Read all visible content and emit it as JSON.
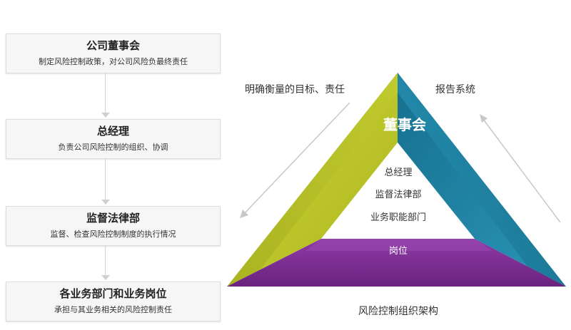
{
  "flow": {
    "boxes": [
      {
        "title": "公司董事会",
        "desc": "制定风险控制政策，对公司风险负最终责任"
      },
      {
        "title": "总经理",
        "desc": "负责公司风险控制的组织、协调"
      },
      {
        "title": "监督法律部",
        "desc": "监督、检查风险控制制度的执行情况"
      },
      {
        "title": "各业务部门和业务岗位",
        "desc": "承担与其业务相关的风险控制责任"
      }
    ]
  },
  "triangle": {
    "top_label": "董事会",
    "middle_items": [
      "总经理",
      "监督法律部",
      "业务职能部门"
    ],
    "bottom_label": "岗位",
    "left_text": "明确衡量的目标、责任",
    "right_text": "报告系统",
    "caption": "风险控制组织架构",
    "colors": {
      "left_face": "#bcc626",
      "right_face": "#1b7fa0",
      "bottom_face": "#7a2c91",
      "arrow": "#c8c8c8"
    }
  }
}
